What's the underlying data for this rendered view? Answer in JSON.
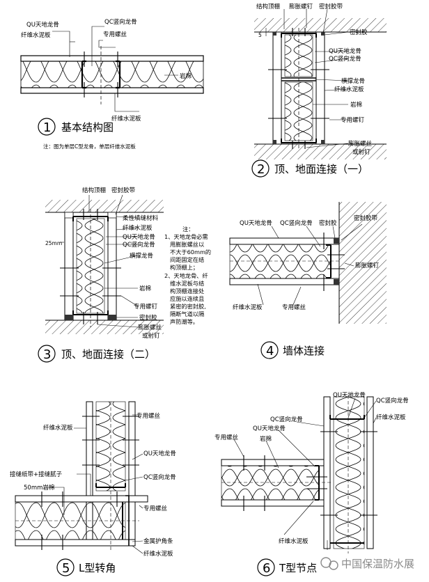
{
  "panel1": {
    "labels": {
      "qu_track": "QU天地龙骨",
      "fiber_board_top": "纤维水泥板",
      "qc_stud": "QC竖向龙骨",
      "screw": "专用螺丝",
      "rock_wool": "岩棉",
      "fiber_board_bottom": "纤维水泥板"
    },
    "number": "1",
    "title": "基本结构图",
    "note": "注：图为单层C型龙骨，单层纤维水泥板"
  },
  "panel2": {
    "labels": {
      "ceiling": "结构顶棚",
      "exp_screw": "膨胀螺钉",
      "seal_tape": "密封胶带",
      "dim": "5",
      "sealant": "密封胶",
      "qu_track": "QU天地龙骨",
      "qc_stud": "QC竖向龙骨",
      "brace": "横撑龙骨",
      "fiber_board": "纤维水泥板",
      "rock_wool": "岩棉",
      "screw": "专用螺钉",
      "exp_bolt_1": "膨胀螺丝",
      "exp_bolt_2": "或射钉"
    },
    "number": "2",
    "title": "顶、地面连接（一）"
  },
  "panel3": {
    "labels": {
      "ceiling": "结构顶棚",
      "seal_tape": "密封胶带",
      "flex_fill": "柔性填缝材料",
      "fiber_board": "纤维水泥板",
      "qu_track": "QU天地龙骨",
      "qc_stud": "QC竖向龙骨",
      "dim": "25mm",
      "brace": "横撑龙骨",
      "rock_wool": "岩棉",
      "screw": "专用螺钉",
      "sealant": "密封胶",
      "exp_bolt_1": "膨胀螺丝",
      "exp_bolt_2": "或射钉"
    },
    "notes": [
      "注：",
      "1、天地龙骨必需",
      "用膨胀螺丝以",
      "不大于60mm的",
      "间距固定在结",
      "构顶棚上；",
      "2、天地龙骨、纤",
      "维水泥板与结",
      "构顶棚连接处",
      "应施以连续且",
      "紧密的密封胶,",
      "隔断气道以隔",
      "声防潮等。"
    ],
    "number": "3",
    "title": "顶、地面连接（二）"
  },
  "panel4": {
    "labels": {
      "qu_track": "QU天地龙骨",
      "qc_stud": "QC竖向龙骨",
      "sealant": "密封胶",
      "seal_tape": "密封胶带",
      "exp_screw": "膨胀螺钉",
      "fiber_board": "纤维水泥板",
      "screw": "专用螺丝"
    },
    "number": "4",
    "title": "墙体连接"
  },
  "panel5": {
    "labels": {
      "screw_top": "专用螺丝",
      "fiber_board_top": "纤维水泥板",
      "qu_track": "QU天地龙骨",
      "qc_stud": "QC竖向龙骨",
      "joint_tape": "接缝纸带+接缝腻子",
      "rock_wool": "50mm岩棉",
      "screw_bottom": "专用螺丝",
      "corner_bead": "金属护角条",
      "fiber_board_bottom": "纤维水泥板"
    },
    "number": "5",
    "title": "L型转角"
  },
  "panel6": {
    "labels": {
      "qu_track_top": "QU天地龙骨",
      "qc_stud_top": "QC竖向龙骨",
      "fiber_board_top": "纤维水泥板",
      "qc_stud_mid": "QC竖向龙骨",
      "qu_track_mid": "QU天地龙骨",
      "rock_wool": "岩棉",
      "screw": "专用螺丝",
      "fiber_board_bottom": "纤维水泥板"
    },
    "number": "6",
    "title": "T型节点"
  },
  "watermark": "中国保温防水展"
}
